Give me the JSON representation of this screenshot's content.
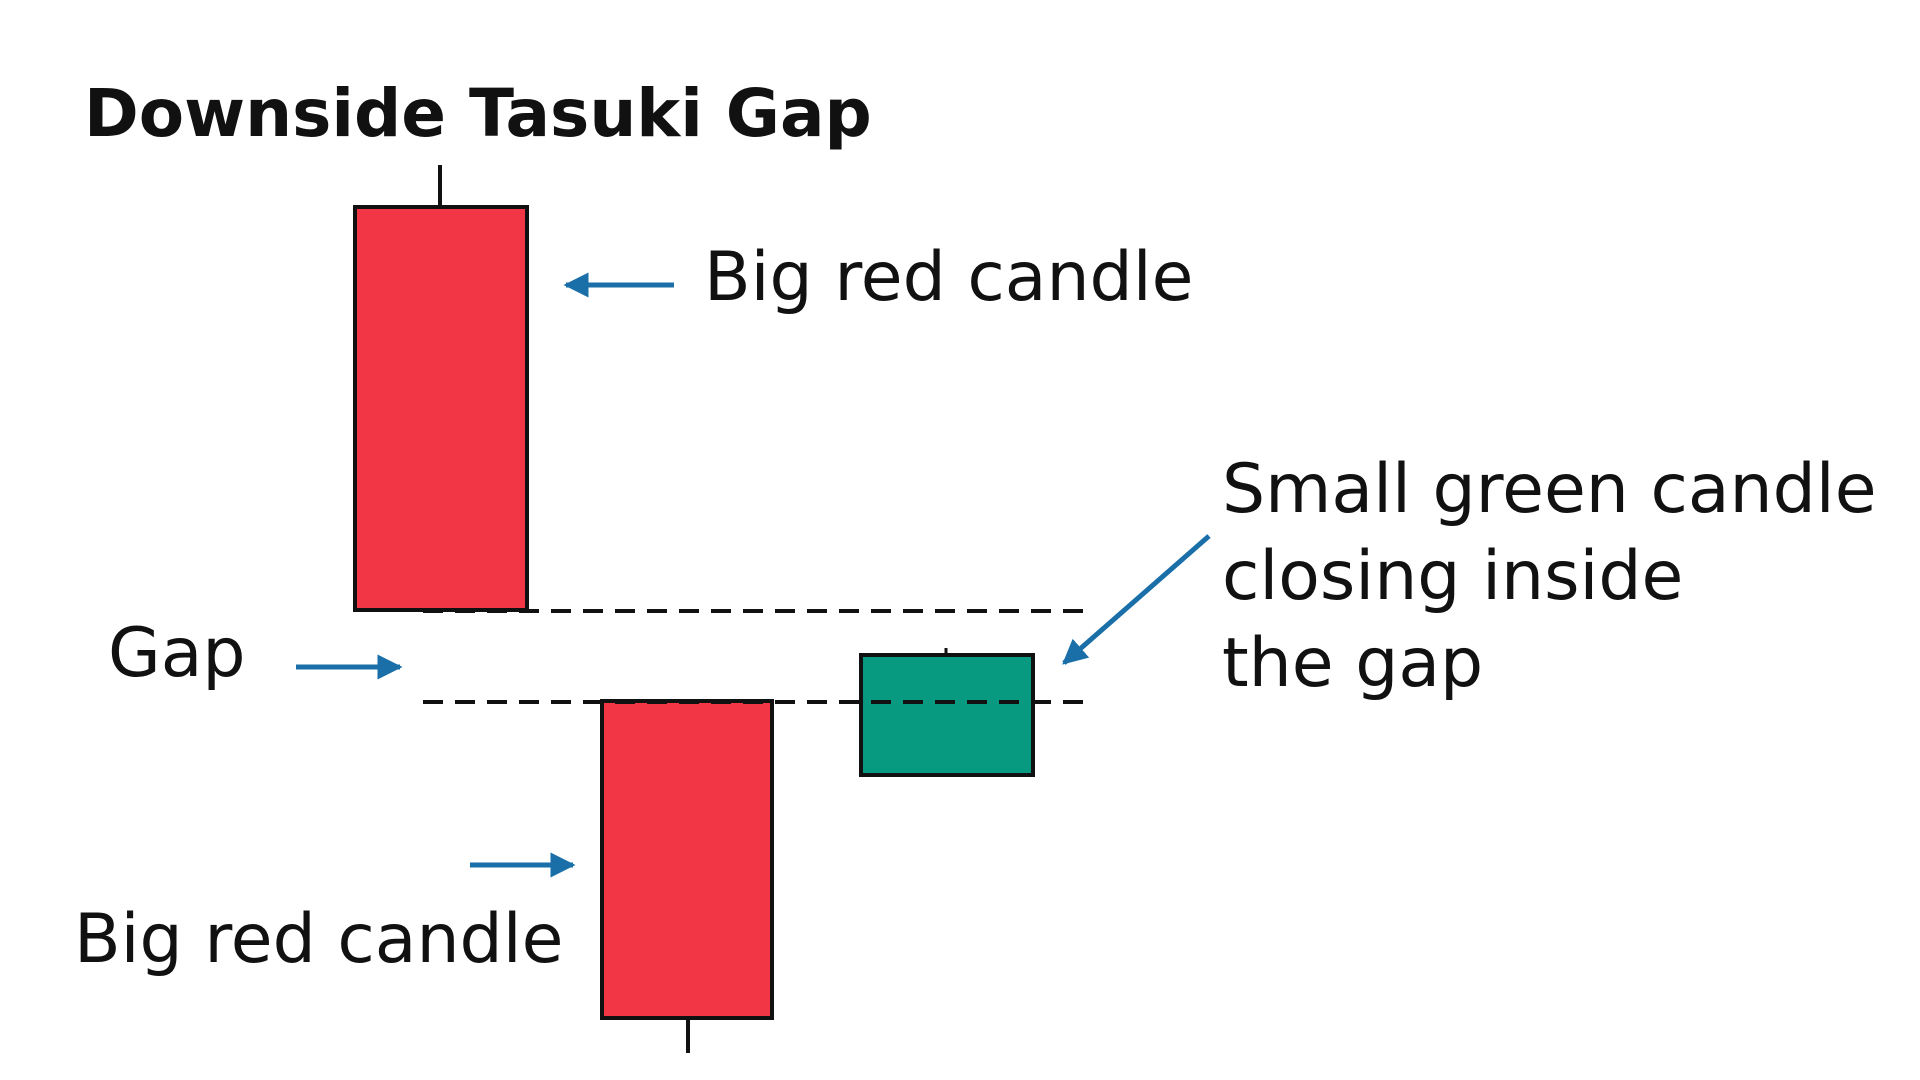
{
  "title": "Downside Tasuki Gap",
  "labels": {
    "first_candle": "Big red candle",
    "second_candle": "Big red candle",
    "gap": "Gap",
    "third_candle": [
      "Small green candle",
      "closing inside",
      "the gap"
    ]
  },
  "colors": {
    "bearish_candle": "#f23645",
    "bullish_candle": "#089981",
    "arrow": "#1a6fa8",
    "outline": "#111111"
  },
  "candles": [
    {
      "name": "first",
      "direction": "bearish",
      "size": "big"
    },
    {
      "name": "second",
      "direction": "bearish",
      "size": "big"
    },
    {
      "name": "third",
      "direction": "bullish",
      "size": "small"
    }
  ]
}
